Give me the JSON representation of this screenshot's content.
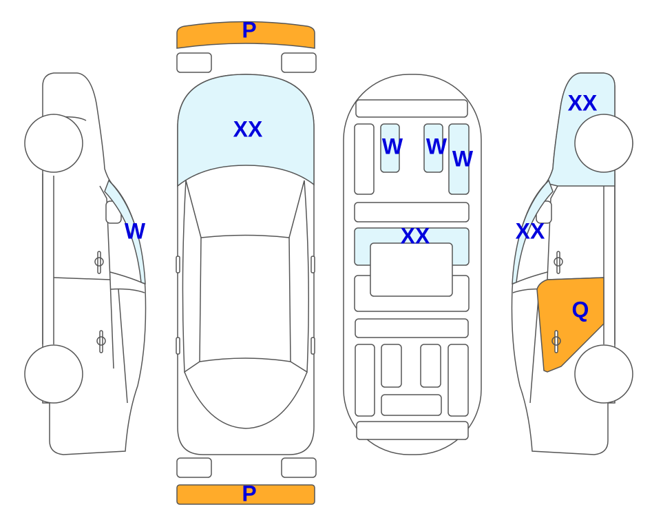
{
  "colors": {
    "glass": "#dff6fc",
    "damage": "#ffab2a",
    "label": "#0000dd",
    "stroke": "#555555"
  },
  "legend_codes": {
    "P": "P",
    "XX": "XX",
    "W": "W",
    "Q": "Q"
  },
  "views": {
    "left_side": {
      "labels": [
        {
          "code": "W",
          "part": "windshield-pillar-glass"
        }
      ]
    },
    "top": {
      "labels": [
        {
          "code": "P",
          "part": "front-bumper"
        },
        {
          "code": "XX",
          "part": "windshield"
        },
        {
          "code": "P",
          "part": "rear-bumper"
        }
      ]
    },
    "interior": {
      "labels": [
        {
          "code": "W",
          "part": "seat-1"
        },
        {
          "code": "W",
          "part": "seat-2"
        },
        {
          "code": "W",
          "part": "seat-3"
        },
        {
          "code": "XX",
          "part": "dashboard"
        }
      ]
    },
    "right_side": {
      "labels": [
        {
          "code": "XX",
          "part": "hood"
        },
        {
          "code": "XX",
          "part": "windshield-pillar-glass"
        },
        {
          "code": "Q",
          "part": "rear-door"
        }
      ]
    }
  }
}
